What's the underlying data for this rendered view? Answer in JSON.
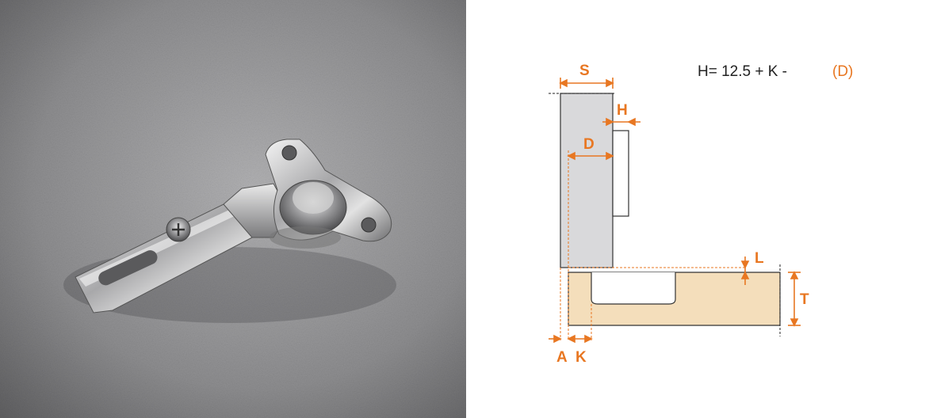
{
  "formula": {
    "text": "H= 12.5 + K - ",
    "suffix": "(D)"
  },
  "dimensions": {
    "S": "S",
    "H": "H",
    "D": "D",
    "L": "L",
    "T": "T",
    "A": "A",
    "K": "K"
  },
  "colors": {
    "accent": "#E87722",
    "side_panel": "#D9D9DB",
    "door_panel": "#F4DEBB",
    "photo_bg": "#8C8C8E",
    "outline": "#333333"
  },
  "photo": {
    "subject": "hinge-photo"
  }
}
